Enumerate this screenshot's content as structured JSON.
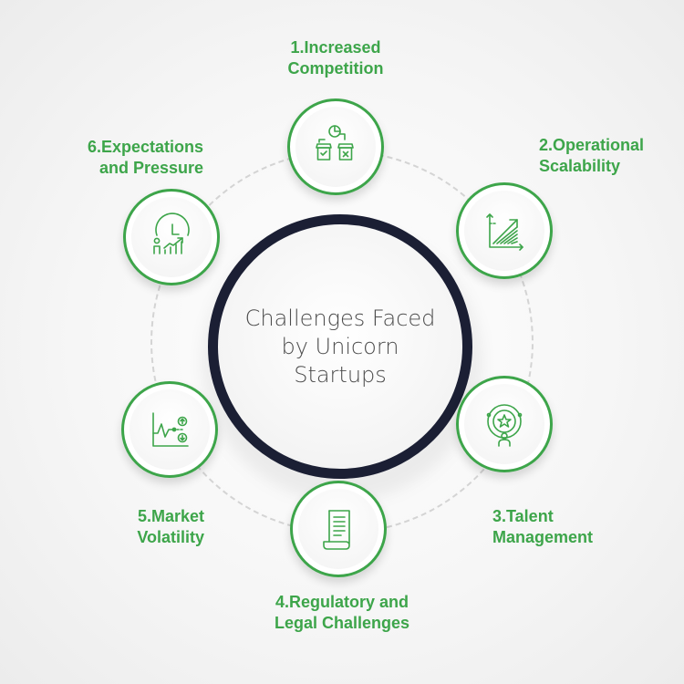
{
  "center": {
    "title": "Challenges Faced by Unicorn Startups"
  },
  "items": [
    {
      "label_line1": "1.Increased",
      "label_line2": "Competition",
      "icon": "store-comparison-icon"
    },
    {
      "label_line1": "2.Operational",
      "label_line2": "Scalability",
      "icon": "growth-chart-icon"
    },
    {
      "label_line1": "3.Talent",
      "label_line2": "Management",
      "icon": "talent-star-person-icon"
    },
    {
      "label_line1": "4.Regulatory and",
      "label_line2": "Legal Challenges",
      "icon": "legal-document-icon"
    },
    {
      "label_line1": "5.Market",
      "label_line2": "Volatility",
      "icon": "volatility-chart-icon"
    },
    {
      "label_line1": "6.Expectations",
      "label_line2": "and Pressure",
      "icon": "clock-growth-person-icon"
    }
  ],
  "colors": {
    "accent": "#3da54a",
    "center_ring": "#1b1f34",
    "center_text": "#4c4c4c",
    "orbit": "#d4d4d4"
  }
}
